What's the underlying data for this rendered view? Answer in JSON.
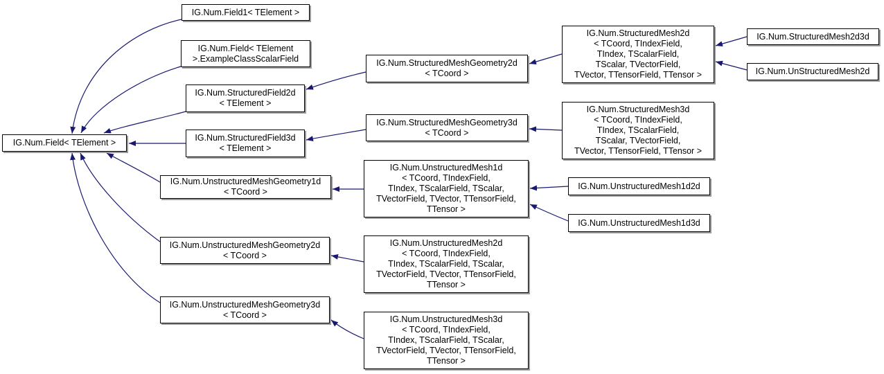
{
  "diagram": {
    "type": "class-inheritance-graph",
    "colors": {
      "background": "#ffffff",
      "edge": "#191970",
      "node_border": "#000000",
      "node_fill": "#ffffff",
      "node_shadow": "#9a9a9a",
      "text": "#000000"
    },
    "nodes": {
      "field1": {
        "label": "IG.Num.Field1< TElement >"
      },
      "example_class_scalar_field": {
        "label": "IG.Num.Field< TElement\n>.ExampleClassScalarField"
      },
      "structured_field_2d": {
        "label": "IG.Num.StructuredField2d\n< TElement >"
      },
      "structured_field_3d": {
        "label": "IG.Num.StructuredField3d\n< TElement >"
      },
      "field": {
        "label": "IG.Num.Field< TElement >"
      },
      "unstructured_mesh_geometry_1d": {
        "label": "IG.Num.UnstructuredMeshGeometry1d\n< TCoord >"
      },
      "unstructured_mesh_geometry_2d": {
        "label": "IG.Num.UnstructuredMeshGeometry2d\n< TCoord >"
      },
      "unstructured_mesh_geometry_3d": {
        "label": "IG.Num.UnstructuredMeshGeometry3d\n< TCoord >"
      },
      "structured_mesh_geometry_2d": {
        "label": "IG.Num.StructuredMeshGeometry2d\n< TCoord >"
      },
      "structured_mesh_geometry_3d": {
        "label": "IG.Num.StructuredMeshGeometry3d\n< TCoord >"
      },
      "structured_mesh_2d": {
        "label": "IG.Num.StructuredMesh2d\n< TCoord, TIndexField,\nTIndex, TScalarField,\nTScalar, TVectorField,\nTVector, TTensorField, TTensor >"
      },
      "structured_mesh_3d": {
        "label": "IG.Num.StructuredMesh3d\n< TCoord, TIndexField,\nTIndex, TScalarField,\nTScalar, TVectorField,\nTVector, TTensorField, TTensor >"
      },
      "unstructured_mesh_1d": {
        "label": "IG.Num.UnstructuredMesh1d\n< TCoord, TIndexField,\nTIndex, TScalarField, TScalar,\nTVectorField, TVector, TTensorField,\nTTensor >"
      },
      "unstructured_mesh_2d": {
        "label": "IG.Num.UnstructuredMesh2d\n< TCoord, TIndexField,\nTIndex, TScalarField, TScalar,\nTVectorField, TVector, TTensorField,\nTTensor >"
      },
      "unstructured_mesh_3d": {
        "label": "IG.Num.UnstructuredMesh3d\n< TCoord, TIndexField,\nTIndex, TScalarField, TScalar,\nTVectorField, TVector, TTensorField,\nTTensor >"
      },
      "structured_mesh_2d3d": {
        "label": "IG.Num.StructuredMesh2d3d"
      },
      "un_structured_mesh_2d": {
        "label": "IG.Num.UnStructuredMesh2d"
      },
      "unstructured_mesh_1d2d": {
        "label": "IG.Num.UnstructuredMesh1d2d"
      },
      "unstructured_mesh_1d3d": {
        "label": "IG.Num.UnstructuredMesh1d3d"
      }
    },
    "edges": [
      {
        "from": "field1",
        "to": "field"
      },
      {
        "from": "example_class_scalar_field",
        "to": "field"
      },
      {
        "from": "structured_field_2d",
        "to": "field"
      },
      {
        "from": "structured_field_3d",
        "to": "field"
      },
      {
        "from": "unstructured_mesh_geometry_1d",
        "to": "field"
      },
      {
        "from": "unstructured_mesh_geometry_2d",
        "to": "field"
      },
      {
        "from": "unstructured_mesh_geometry_3d",
        "to": "field"
      },
      {
        "from": "structured_mesh_geometry_2d",
        "to": "structured_field_2d"
      },
      {
        "from": "structured_mesh_geometry_3d",
        "to": "structured_field_3d"
      },
      {
        "from": "structured_mesh_2d",
        "to": "structured_mesh_geometry_2d"
      },
      {
        "from": "structured_mesh_3d",
        "to": "structured_mesh_geometry_3d"
      },
      {
        "from": "structured_mesh_2d3d",
        "to": "structured_mesh_2d"
      },
      {
        "from": "un_structured_mesh_2d",
        "to": "structured_mesh_2d"
      },
      {
        "from": "unstructured_mesh_1d",
        "to": "unstructured_mesh_geometry_1d"
      },
      {
        "from": "unstructured_mesh_1d2d",
        "to": "unstructured_mesh_1d"
      },
      {
        "from": "unstructured_mesh_1d3d",
        "to": "unstructured_mesh_1d"
      },
      {
        "from": "unstructured_mesh_2d",
        "to": "unstructured_mesh_geometry_2d"
      },
      {
        "from": "unstructured_mesh_3d",
        "to": "unstructured_mesh_geometry_3d"
      }
    ]
  }
}
